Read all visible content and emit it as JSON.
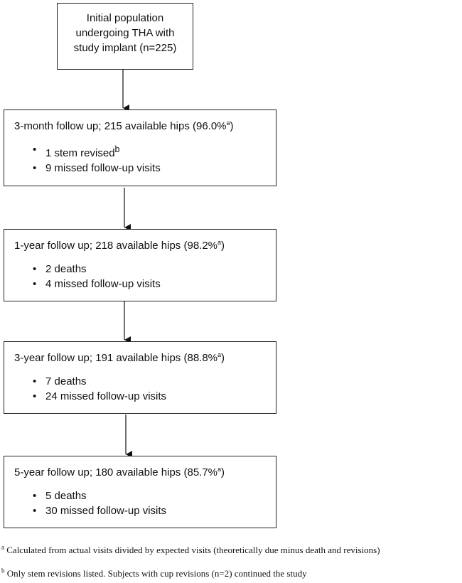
{
  "top_box": {
    "lines": [
      "Initial population",
      "undergoing THA with",
      "study implant (n=225)"
    ]
  },
  "stages": [
    {
      "heading": "3-month follow up; 215 available hips (96.0%",
      "heading_sup": "a",
      "heading_close": ")",
      "items": [
        {
          "text": "1 stem revised",
          "sup": "b"
        },
        {
          "text": "9 missed follow-up visits",
          "sup": ""
        }
      ]
    },
    {
      "heading": "1-year follow up; 218 available hips (98.2%",
      "heading_sup": "a",
      "heading_close": ")",
      "items": [
        {
          "text": "2 deaths",
          "sup": ""
        },
        {
          "text": "4 missed follow-up visits",
          "sup": ""
        }
      ]
    },
    {
      "heading": "3-year follow up; 191 available hips (88.8%",
      "heading_sup": "a",
      "heading_close": ")",
      "items": [
        {
          "text": "7 deaths",
          "sup": ""
        },
        {
          "text": "24 missed follow-up visits",
          "sup": ""
        }
      ]
    },
    {
      "heading": "5-year follow up; 180 available hips (85.7%",
      "heading_sup": "a",
      "heading_close": ")",
      "items": [
        {
          "text": "5 deaths",
          "sup": ""
        },
        {
          "text": "30 missed follow-up visits",
          "sup": ""
        }
      ]
    }
  ],
  "footnotes": [
    {
      "mark": "a",
      "text": " Calculated from actual visits divided by expected visits (theoretically due minus death and revisions)"
    },
    {
      "mark": "b",
      "text": " Only stem revisions listed. Subjects with cup revisions (n=2) continued the study"
    }
  ],
  "bullet_glyph": "•"
}
